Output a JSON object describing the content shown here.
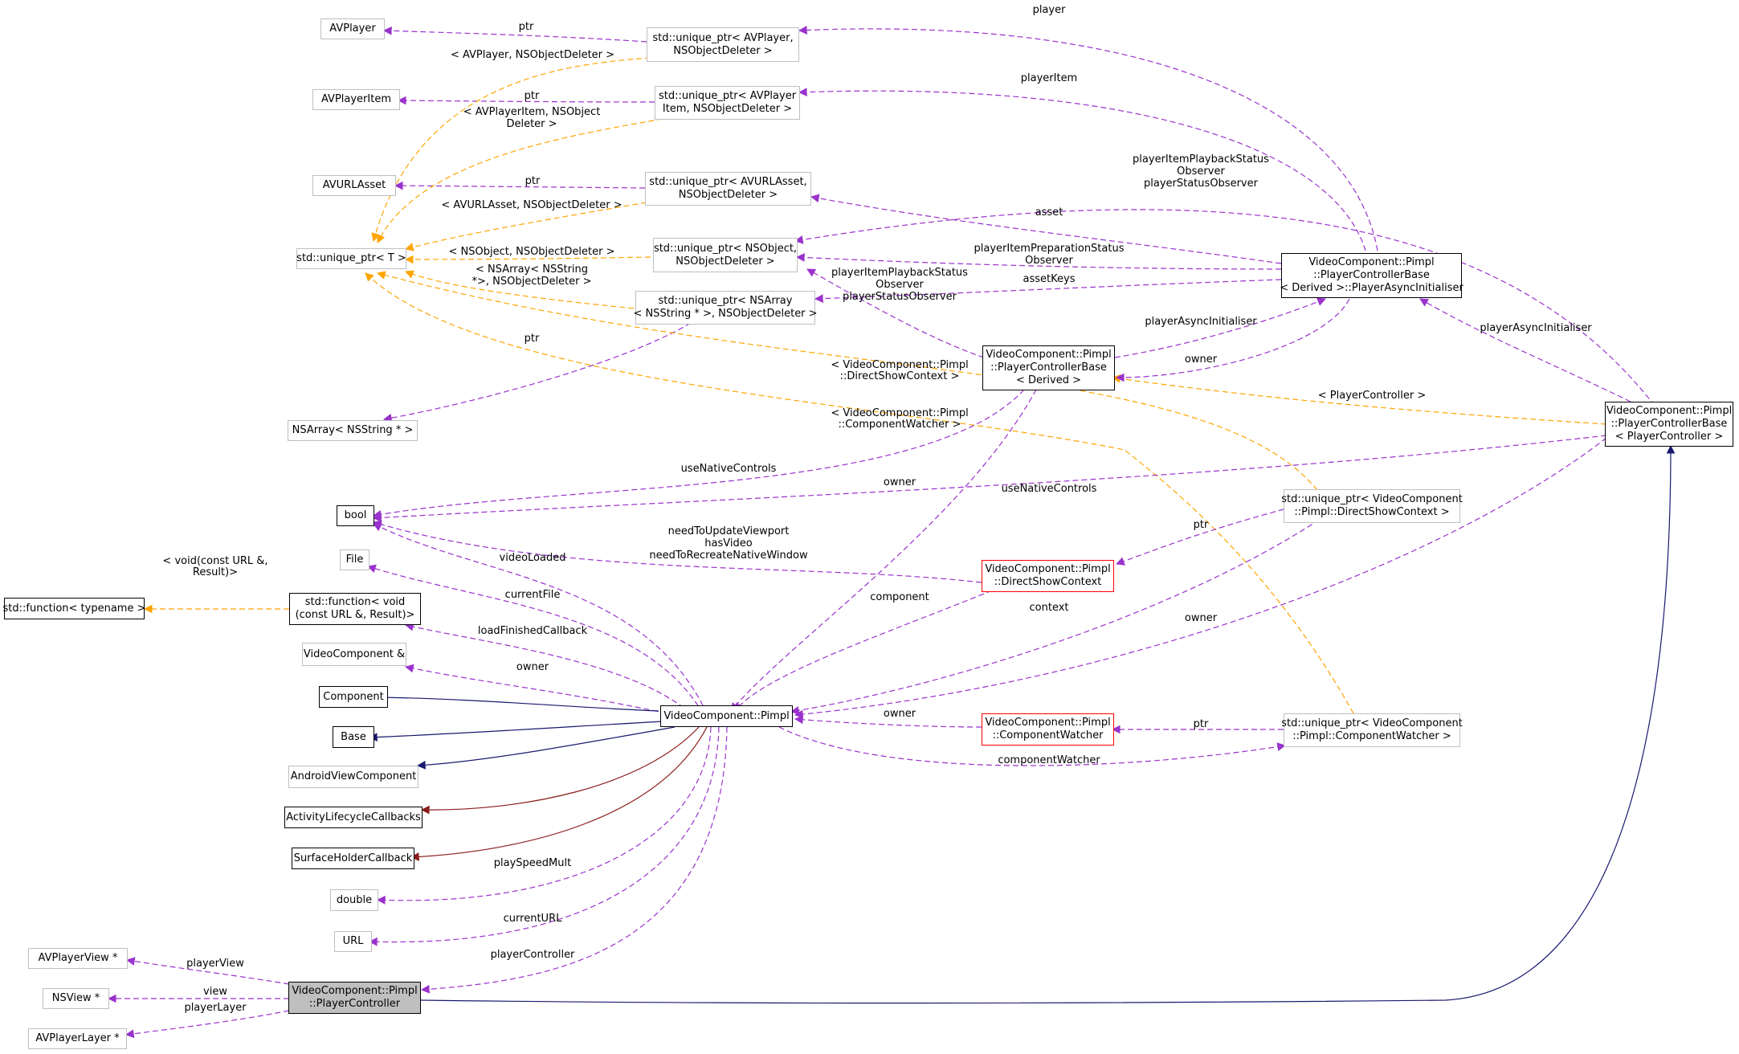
{
  "nodes": [
    {
      "id": "n_avplayer",
      "label": "AVPlayer",
      "style": "gray"
    },
    {
      "id": "n_avplayeritem",
      "label": "AVPlayerItem",
      "style": "gray"
    },
    {
      "id": "n_avurlasset",
      "label": "AVURLAsset",
      "style": "gray"
    },
    {
      "id": "n_uptr_t",
      "label": "std::unique_ptr< T >",
      "style": "gray"
    },
    {
      "id": "n_nsarray",
      "label": "NSArray< NSString * >",
      "style": "gray"
    },
    {
      "id": "n_bool",
      "label": "bool",
      "style": "black"
    },
    {
      "id": "n_file",
      "label": "File",
      "style": "gray"
    },
    {
      "id": "n_stdfunc",
      "label": "std::function< typename >",
      "style": "black"
    },
    {
      "id": "n_stdfunc_void",
      "label": "std::function< void\n(const URL &, Result)>",
      "style": "black"
    },
    {
      "id": "n_vcref",
      "label": "VideoComponent &",
      "style": "gray"
    },
    {
      "id": "n_component",
      "label": "Component",
      "style": "black"
    },
    {
      "id": "n_base",
      "label": "Base",
      "style": "black"
    },
    {
      "id": "n_androidview",
      "label": "AndroidViewComponent",
      "style": "gray"
    },
    {
      "id": "n_activity",
      "label": "ActivityLifecycleCallbacks",
      "style": "black"
    },
    {
      "id": "n_surface",
      "label": "SurfaceHolderCallback",
      "style": "black"
    },
    {
      "id": "n_double",
      "label": "double",
      "style": "gray"
    },
    {
      "id": "n_url",
      "label": "URL",
      "style": "gray"
    },
    {
      "id": "n_avplayerview",
      "label": "AVPlayerView *",
      "style": "gray"
    },
    {
      "id": "n_nsview",
      "label": "NSView *",
      "style": "gray"
    },
    {
      "id": "n_avplayerlayer",
      "label": "AVPlayerLayer *",
      "style": "gray"
    },
    {
      "id": "n_playercontroller",
      "label": "VideoComponent::Pimpl\n::PlayerController",
      "style": "focus"
    },
    {
      "id": "n_uptr_avplayer",
      "label": "std::unique_ptr< AVPlayer,\nNSObjectDeleter >",
      "style": "gray"
    },
    {
      "id": "n_uptr_avplayeritem",
      "label": "std::unique_ptr< AVPlayer\nItem, NSObjectDeleter >",
      "style": "gray"
    },
    {
      "id": "n_uptr_avurlasset",
      "label": "std::unique_ptr< AVURLAsset,\nNSObjectDeleter >",
      "style": "gray"
    },
    {
      "id": "n_uptr_nsobject",
      "label": "std::unique_ptr< NSObject,\nNSObjectDeleter >",
      "style": "gray"
    },
    {
      "id": "n_uptr_nsarray",
      "label": "std::unique_ptr< NSArray\n< NSString * >, NSObjectDeleter >",
      "style": "gray"
    },
    {
      "id": "n_pcb_derived",
      "label": "VideoComponent::Pimpl\n::PlayerControllerBase\n< Derived >",
      "style": "black"
    },
    {
      "id": "n_pcb_async",
      "label": "VideoComponent::Pimpl\n::PlayerControllerBase\n< Derived >::PlayerAsyncInitialiser",
      "style": "black"
    },
    {
      "id": "n_pcb_pc",
      "label": "VideoComponent::Pimpl\n::PlayerControllerBase\n< PlayerController >",
      "style": "black"
    },
    {
      "id": "n_uptr_dsc",
      "label": "std::unique_ptr< VideoComponent\n::Pimpl::DirectShowContext >",
      "style": "gray"
    },
    {
      "id": "n_dsc",
      "label": "VideoComponent::Pimpl\n::DirectShowContext",
      "style": "red"
    },
    {
      "id": "n_pimpl",
      "label": "VideoComponent::Pimpl",
      "style": "black"
    },
    {
      "id": "n_cw",
      "label": "VideoComponent::Pimpl\n::ComponentWatcher",
      "style": "red"
    },
    {
      "id": "n_uptr_cw",
      "label": "std::unique_ptr< VideoComponent\n::Pimpl::ComponentWatcher >",
      "style": "gray"
    }
  ],
  "edge_labels": {
    "ptr_avplayer": "ptr",
    "tpl_avplayer": "< AVPlayer, NSObjectDeleter >",
    "player": "player",
    "ptr_avplayeritem": "ptr",
    "tpl_avplayeritem": "< AVPlayerItem, NSObject\nDeleter >",
    "playerItem": "playerItem",
    "ptr_avurlasset": "ptr",
    "tpl_avurlasset": "< AVURLAsset, NSObjectDeleter >",
    "tpl_nsobject": "< NSObject, NSObjectDeleter >",
    "tpl_nsarray": "< NSArray< NSString\n*>, NSObjectDeleter >",
    "ptr_nsarray": "ptr",
    "pips_top": "playerItemPlaybackStatus\nObserver\nplayerStatusObserver",
    "asset": "asset",
    "pipo": "playerItemPreparationStatus\nObserver",
    "assetKeys": "assetKeys",
    "pips_mid": "playerItemPlaybackStatus\nObserver\nplayerStatusObserver",
    "playerAsyncInitialiser_1": "playerAsyncInitialiser",
    "owner_async": "owner",
    "playerAsyncInitialiser_2": "playerAsyncInitialiser",
    "tpl_pc": "< PlayerController >",
    "tpl_dsc": "< VideoComponent::Pimpl\n::DirectShowContext >",
    "tpl_cw": "< VideoComponent::Pimpl\n::ComponentWatcher >",
    "useNativeControls_1": "useNativeControls",
    "useNativeControls_2": "useNativeControls",
    "owner_derived": "owner",
    "bool_vars": "needToUpdateViewport\nhasVideo\nneedToRecreateNativeWindow",
    "ptr_dsc": "ptr",
    "videoLoaded": "videoLoaded",
    "currentFile": "currentFile",
    "tpl_func": "< void(const URL &,\nResult)>",
    "component": "component",
    "context": "context",
    "loadFinishedCallback": "loadFinishedCallback",
    "owner_pc": "owner",
    "owner_vcref": "owner",
    "owner_cw": "owner",
    "ptr_cw": "ptr",
    "componentWatcher": "componentWatcher",
    "playSpeedMult": "playSpeedMult",
    "currentURL": "currentURL",
    "playerController": "playerController",
    "playerView": "playerView",
    "view": "view",
    "playerLayer": "playerLayer"
  },
  "colors": {
    "member_edge": "#9a32cd",
    "template_edge": "#ffa500",
    "public_inheritance": "#191970",
    "private_inheritance": "#8b1a1a",
    "focus_fill": "#bfbfbf",
    "gray_border": "#bfbfbf",
    "red_border": "#ff0000"
  }
}
